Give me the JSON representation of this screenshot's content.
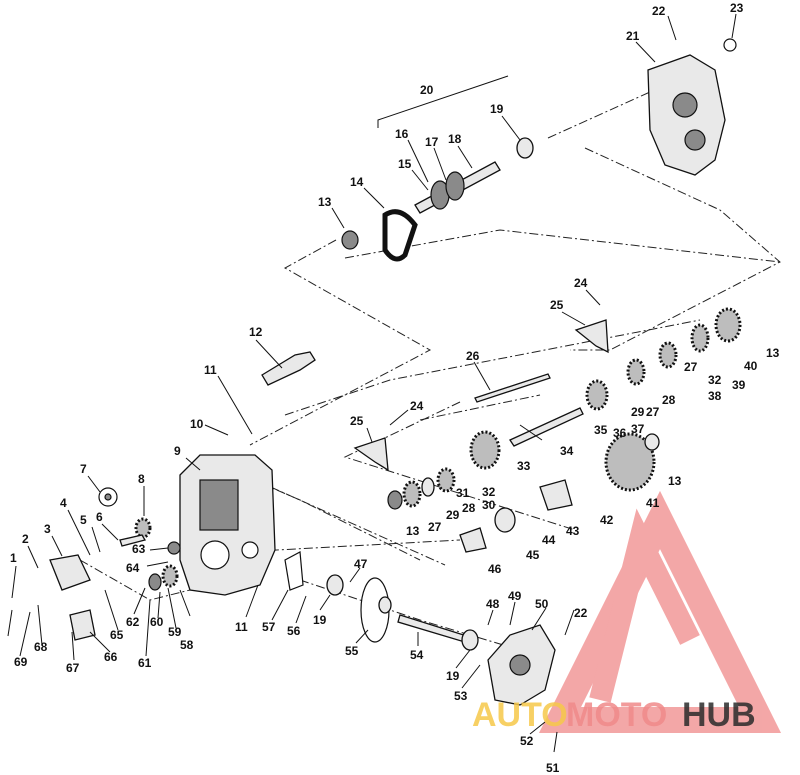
{
  "callouts": [
    "1",
    "2",
    "3",
    "4",
    "5",
    "6",
    "7",
    "8",
    "9",
    "10",
    "11",
    "11",
    "12",
    "13",
    "13",
    "13",
    "13",
    "14",
    "15",
    "16",
    "17",
    "18",
    "19",
    "19",
    "19",
    "20",
    "21",
    "22",
    "22",
    "23",
    "24",
    "24",
    "25",
    "25",
    "26",
    "27",
    "27",
    "27",
    "28",
    "28",
    "29",
    "29",
    "30",
    "31",
    "32",
    "32",
    "33",
    "34",
    "35",
    "36",
    "37",
    "38",
    "39",
    "40",
    "41",
    "42",
    "43",
    "44",
    "45",
    "46",
    "47",
    "48",
    "49",
    "50",
    "51",
    "52",
    "53",
    "54",
    "55",
    "56",
    "57",
    "58",
    "59",
    "60",
    "61",
    "62",
    "63",
    "64",
    "65",
    "66",
    "67",
    "68",
    "69"
  ],
  "watermark": {
    "auto": "AUTO",
    "moto": "MOTO",
    "hub": "HUB",
    "colors": {
      "logo": "#f08a8a",
      "auto": "#f6c84a",
      "moto": "#f08a8a",
      "hub": "#2b2b2b"
    }
  }
}
